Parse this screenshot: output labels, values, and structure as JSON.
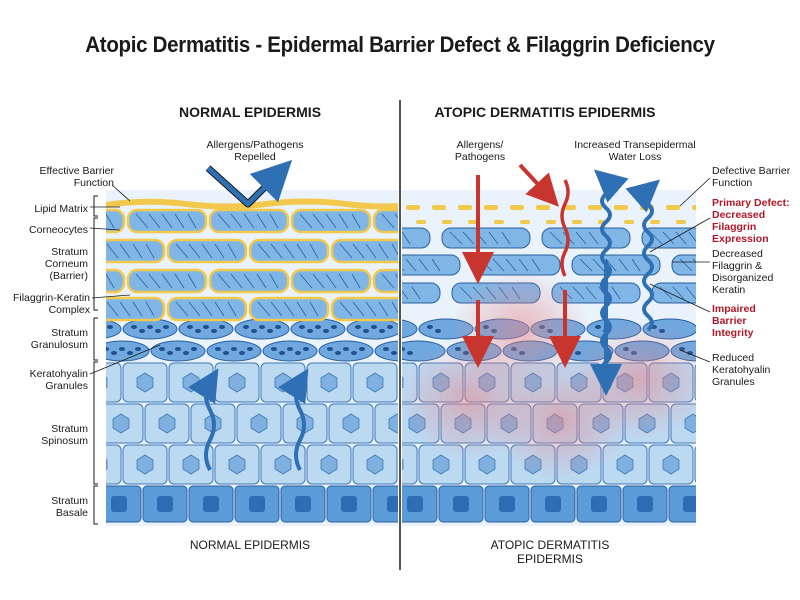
{
  "title": "Atopic Dermatitis - Epidermal Barrier Defect & Filaggrin Deficiency",
  "panels": {
    "normal": {
      "heading": "NORMAL EPIDERMIS",
      "caption": "NORMAL EPIDERMIS"
    },
    "ad": {
      "heading": "ATOPIC DERMATITIS EPIDERMIS",
      "caption_line1": "ATOPIC DERMATITIS",
      "caption_line2": "EPIDERMIS"
    }
  },
  "left_labels": {
    "barrier_function": [
      "Effective Barrier",
      "Function"
    ],
    "lipid_matrix": "Lipid Matrix",
    "corneocytes": "Corneocytes",
    "stratum_corneum": [
      "Stratum",
      "Corneum",
      "(Barrier)"
    ],
    "filaggrin_keratin": [
      "Filaggrin-Keratin",
      "Complex"
    ],
    "stratum_granulosum": [
      "Stratum",
      "Granulosum"
    ],
    "keratohyalin": [
      "Keratohyalin",
      "Granules"
    ],
    "stratum_spinosum": [
      "Stratum",
      "Spinosum"
    ],
    "stratum_basale": [
      "Stratum",
      "Basale"
    ]
  },
  "normal_annotations": {
    "allergens_repelled": [
      "Allergens/Pathogens",
      "Repelled"
    ]
  },
  "ad_annotations": {
    "allergens": [
      "Allergens/",
      "Pathogens"
    ],
    "water_loss": [
      "Increased Transepidermal",
      "Water Loss"
    ]
  },
  "right_labels": {
    "defective_barrier": [
      "Defective Barrier",
      "Function"
    ],
    "primary_defect": [
      "Primary Defect:",
      "Decreased",
      "Filaggrin",
      "Expression"
    ],
    "decreased_filaggrin": [
      "Decreased",
      "Filaggrin &",
      "Disorganized",
      "Keratin"
    ],
    "impaired_barrier": [
      "Impaired",
      "Barrier",
      "Integrity"
    ],
    "reduced_keratohyalin": [
      "Reduced",
      "Keratohyalin",
      "Granules"
    ]
  },
  "colors": {
    "lipid": "#f2c94c",
    "corneocyte": "#7fb6e6",
    "cell_fill": "#bcd9f2",
    "basal_fill": "#5b9bd8",
    "nucleus": "#2e6db4",
    "arrow_blue": "#2f6fb3",
    "arrow_red": "#c8352e",
    "inflammation": "#e8858a",
    "label_red": "#b0182a"
  }
}
